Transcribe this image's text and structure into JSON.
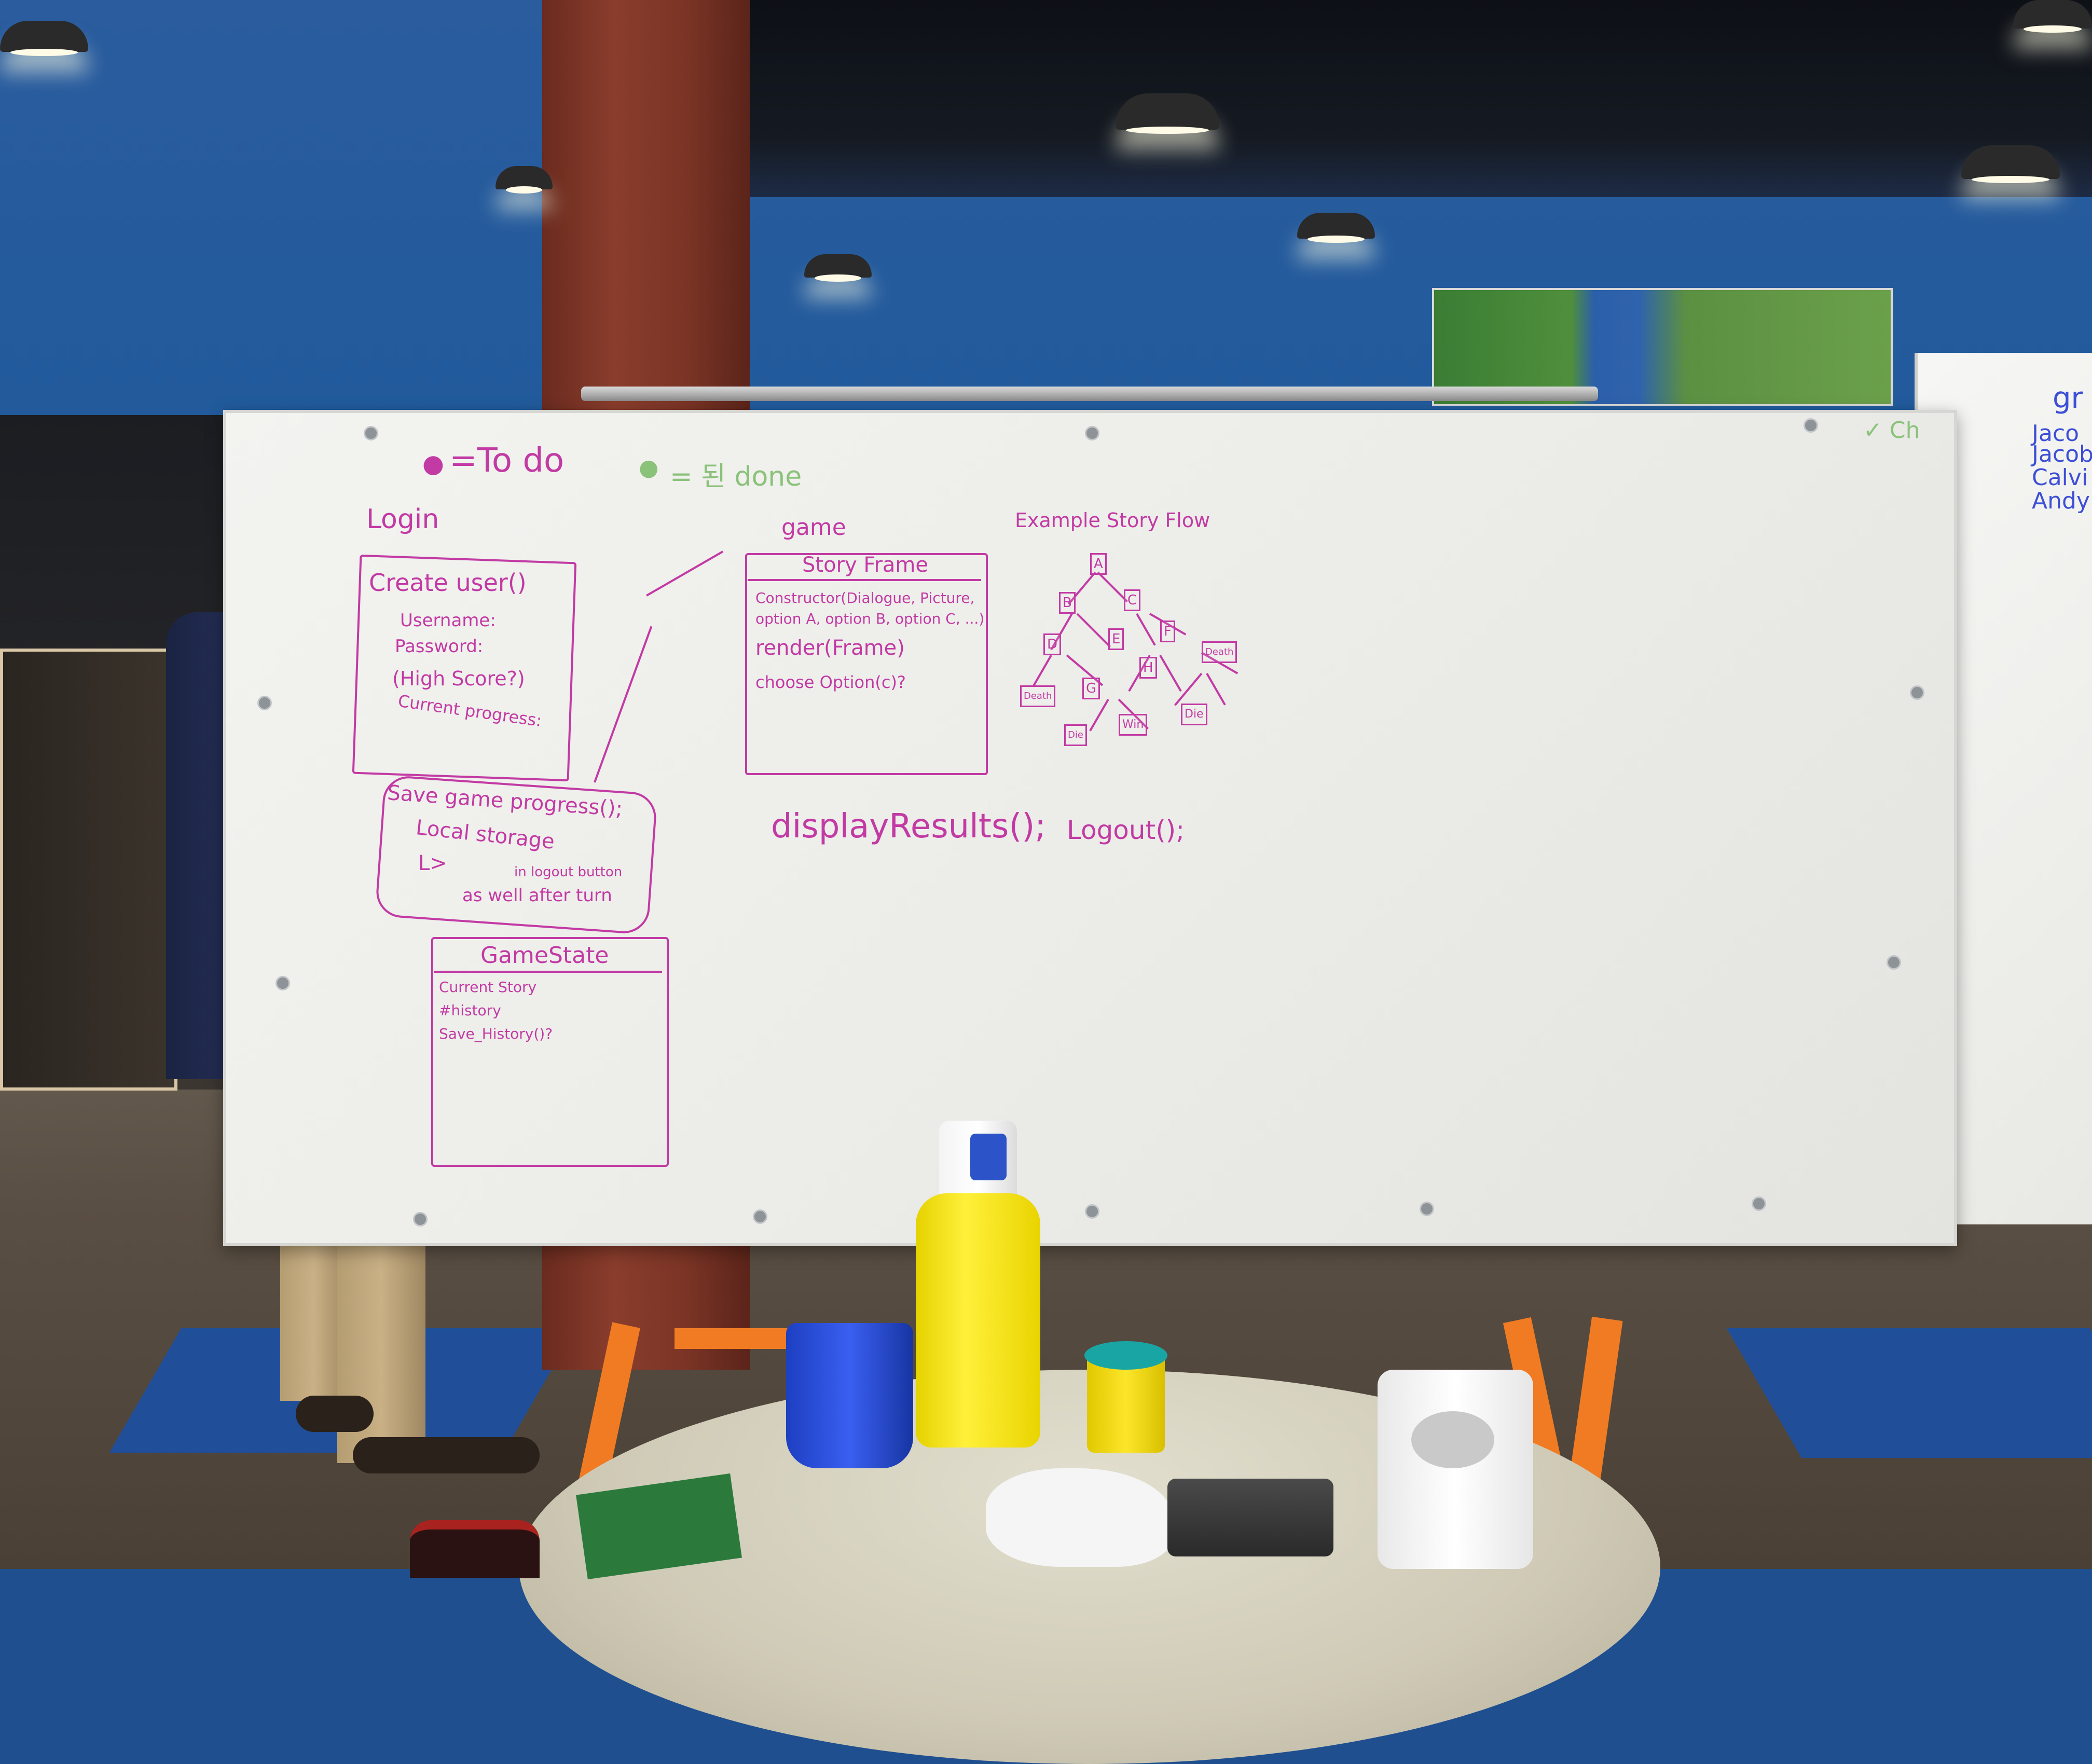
{
  "scene": {
    "description_free": true
  },
  "board": {
    "legend_todo": "=To do",
    "legend_done": "= 된 done",
    "corner_mark": "✓ Ch",
    "login": {
      "title": "Login",
      "box_lines": [
        "Create user()",
        "Username:",
        "Password:",
        "(High Score?)",
        "Current progress:"
      ]
    },
    "save": {
      "lines": [
        "Save game progress();",
        "Local storage",
        "L>",
        "in logout button",
        "as well after turn"
      ]
    },
    "gamestate": {
      "title": "GameState",
      "lines": [
        "Current Story",
        "#history",
        "Save_History()?"
      ]
    },
    "game": {
      "title": "game",
      "box_title": "Story Frame",
      "lines": [
        "Constructor(Dialogue, Picture,",
        "option A, option B, option C, ...)",
        "render(Frame)",
        "choose Option(c)?"
      ]
    },
    "flow": {
      "title": "Example Story Flow",
      "nodes": [
        "A",
        "B",
        "C",
        "D",
        "E",
        "F",
        "G",
        "H",
        "Death",
        "Death",
        "Die",
        "Win",
        "Die"
      ]
    },
    "functions": {
      "display": "displayResults();",
      "logout": "Logout();"
    }
  },
  "side_board": {
    "lines": [
      "gr",
      "Jaco",
      "Jacob",
      "Calvi",
      "Andy"
    ]
  },
  "colors": {
    "marker": "#c23aa4",
    "marker_green": "#8ac27a",
    "wall": "#1f5a9c",
    "stand": "#f07b22"
  }
}
